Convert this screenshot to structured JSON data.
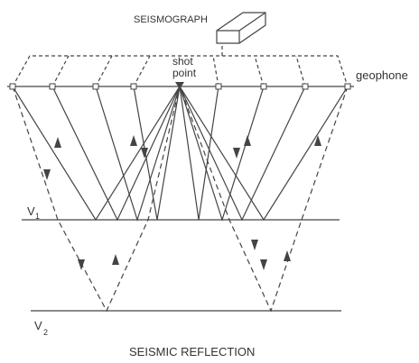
{
  "labels": {
    "seismograph": "SEISMOGRAPH",
    "shot_point_line1": "shot",
    "shot_point_line2": "point",
    "geophone": "geophone",
    "v1": "V",
    "v1_sub": "1",
    "v2": "V",
    "v2_sub": "2",
    "caption": "SEISMIC REFLECTION"
  },
  "colors": {
    "ink": "#444444",
    "text": "#333333",
    "background": "#ffffff"
  },
  "icons": {
    "seismograph": "seismograph-box-icon",
    "shot_point": "shot-point-triangle-icon",
    "geophone": "geophone-square-icon",
    "wave_direction": "arrow-icon"
  }
}
